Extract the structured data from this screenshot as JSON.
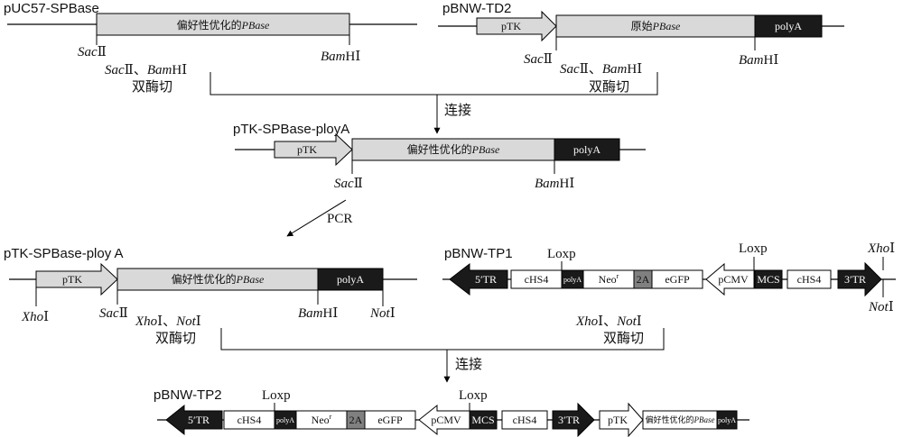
{
  "constructs": {
    "puc57": {
      "title": "pUC57-SPBase",
      "insert": "偏好性优化的",
      "insert_it": "PBase",
      "site1": "Sac",
      "site1r": "Ⅱ",
      "site2": "Bam",
      "site2r": "HⅠ",
      "digest_a": "Sac",
      "digest_ar": "Ⅱ、",
      "digest_b": "Bam",
      "digest_br": "HⅠ",
      "digest_c": "双酶切"
    },
    "bnw_td2": {
      "title": "pBNW-TD2",
      "ptk": "pTK",
      "insert": "原始",
      "insert_it": "PBase",
      "polya": "polyA",
      "site1": "Sac",
      "site1r": "Ⅱ",
      "digest_a": "Sac",
      "digest_ar": "Ⅱ、",
      "digest_b": "Bam",
      "digest_br": "HⅠ",
      "digest_c": "双酶切",
      "site2": "Bam",
      "site2r": "HⅠ"
    },
    "ligate1": "连接",
    "ptk_spbase": {
      "title": "pTK-SPBase-ployA",
      "ptk": "pTK",
      "insert": "偏好性优化的",
      "insert_it": "PBase",
      "polya": "polyA",
      "site1": "Sac",
      "site1r": "Ⅱ",
      "site2": "Bam",
      "site2r": "HⅠ"
    },
    "pcr": "PCR",
    "ptk_spbase2": {
      "title": "pTK-SPBase-ploy A",
      "ptk": "pTK",
      "insert": "偏好性优化的",
      "insert_it": "PBase",
      "polya": "polyA",
      "xho": "Xho",
      "xhor": "Ⅰ",
      "sac": "Sac",
      "sacr": "Ⅱ",
      "digest_a": "Xho",
      "digest_ar": "Ⅰ、",
      "digest_b": "Not",
      "digest_br": "Ⅰ",
      "digest_c": "双酶切",
      "bam": "Bam",
      "bamr": "HⅠ",
      "not": "Not",
      "notr": "Ⅰ"
    },
    "bnw_tp1": {
      "title": "pBNW-TP1",
      "loxp1": "Loxp",
      "loxp2": "Loxp",
      "xho": "Xho",
      "xhor": "Ⅰ",
      "tr5": "5′TR",
      "chs4a": "cHS4",
      "polya": "polyA",
      "neo": "Neo",
      "neo_sup": "r",
      "t2a": "2A",
      "egfp": "eGFP",
      "pcmv": "pCMV",
      "mcs": "MCS",
      "chs4b": "cHS4",
      "tr3": "3′TR",
      "digest_a": "Xho",
      "digest_ar": "Ⅰ、",
      "digest_b": "Not",
      "digest_br": "Ⅰ",
      "digest_c": "双酶切",
      "not": "Not",
      "notr": "Ⅰ"
    },
    "ligate2": "连接",
    "bnw_tp2": {
      "title": "pBNW-TP2",
      "loxp1": "Loxp",
      "loxp2": "Loxp",
      "tr5": "5′TR",
      "chs4a": "cHS4",
      "polya": "polyA",
      "neo": "Neo",
      "neo_sup": "r",
      "t2a": "2A",
      "egfp": "eGFP",
      "pcmv": "pCMV",
      "mcs": "MCS",
      "chs4b": "cHS4",
      "tr3": "3′TR",
      "ptk": "pTK",
      "insert": "偏好性优化的",
      "insert_it": "PBase",
      "polya2": "polyA"
    }
  },
  "colors": {
    "fill_light": "#d9d9d9",
    "fill_dark": "#1a1a1a",
    "fill_mid": "#808080",
    "line": "#000000"
  }
}
